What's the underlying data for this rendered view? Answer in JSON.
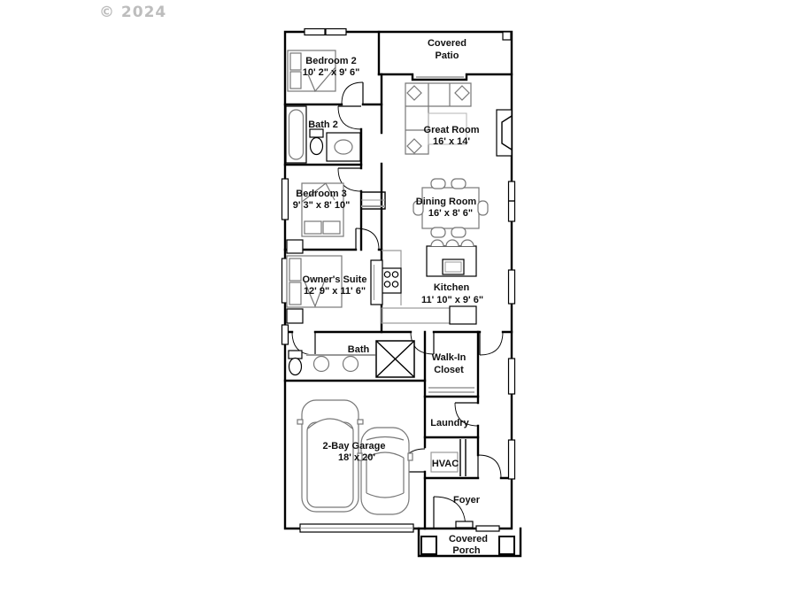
{
  "watermark": "© 2024",
  "rooms": {
    "bedroom2": {
      "name": "Bedroom 2",
      "dims": "10' 2\" x 9' 6\""
    },
    "covered_patio": {
      "line1": "Covered",
      "line2": "Patio"
    },
    "bath2": {
      "name": "Bath 2"
    },
    "great_room": {
      "name": "Great Room",
      "dims": "16' x 14'"
    },
    "bedroom3": {
      "name": "Bedroom 3",
      "dims": "9' 3\" x 8' 10\""
    },
    "dining_room": {
      "name": "Dining Room",
      "dims": "16' x 8' 6\""
    },
    "owners_suite": {
      "name": "Owner's Suite",
      "dims": "12' 9\" x 11' 6\""
    },
    "kitchen": {
      "name": "Kitchen",
      "dims": "11' 10\" x 9' 6\""
    },
    "bath": {
      "name": "Bath"
    },
    "walk_in_closet": {
      "line1": "Walk-In",
      "line2": "Closet"
    },
    "laundry": {
      "name": "Laundry"
    },
    "hvac": {
      "name": "HVAC"
    },
    "foyer": {
      "name": "Foyer"
    },
    "garage": {
      "name": "2-Bay Garage",
      "dims": "18' x 20'"
    },
    "covered_porch": {
      "line1": "Covered",
      "line2": "Porch"
    }
  },
  "colors": {
    "wall": "#000000",
    "furniture": "#777777",
    "light_gray": "#b5b5b5",
    "watermark": "#bdbdbd",
    "background": "#ffffff"
  }
}
